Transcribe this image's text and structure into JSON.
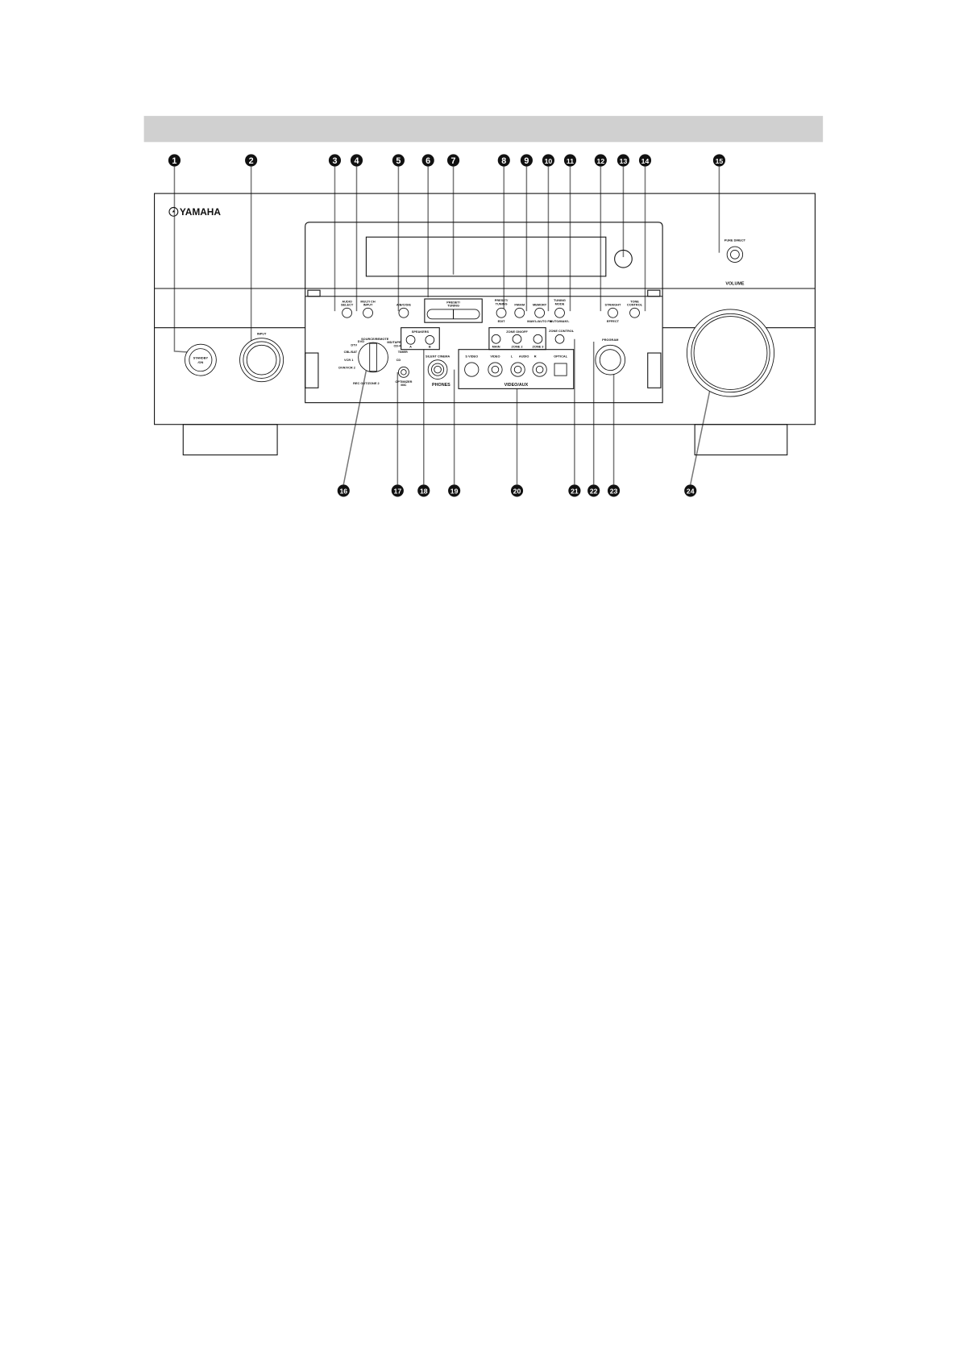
{
  "header_bar": {
    "color": "#d0d0d0"
  },
  "brand": "YAMAHA",
  "callouts_top": [
    "1",
    "2",
    "3",
    "4",
    "5",
    "6",
    "7",
    "8",
    "9",
    "10",
    "11",
    "12",
    "13",
    "14",
    "15"
  ],
  "callouts_bottom": [
    "16",
    "17",
    "18",
    "19",
    "20",
    "21",
    "22",
    "23",
    "24"
  ],
  "labels": {
    "standby": "STANDBY",
    "standby2": "/ON",
    "input": "INPUT",
    "audio_select": [
      "AUDIO",
      "SELECT"
    ],
    "multi_ch": [
      "MULTI CH",
      "INPUT"
    ],
    "abcde": "A/B/C/D/E",
    "preset_tuning": [
      "PRESET/",
      "TUNING"
    ],
    "preset_edit": [
      "PRESET/",
      "TUNING",
      "EDIT"
    ],
    "fm_am": "FM/AM",
    "memory": [
      "MEMORY",
      "MAN'L/AUTO FM"
    ],
    "tuning_mode": [
      "TUNING",
      "MODE",
      "AUTO/MAN'L"
    ],
    "straight": [
      "STRAIGHT",
      "EFFECT"
    ],
    "tone_control": [
      "TONE",
      "CONTROL"
    ],
    "pure_direct": "PURE DIRECT",
    "volume": "VOLUME",
    "speakers": [
      "SPEAKERS",
      "A",
      "B"
    ],
    "zone_onoff": [
      "ZONE ON/OFF",
      "MAIN",
      "ZONE 2",
      "ZONE 3"
    ],
    "zone_control": "ZONE CONTROL",
    "program": "PROGRAM",
    "rec_out": "REC OUT/ZONE 2",
    "selector_positions": [
      "SOURCE/REMOTE",
      "MD/TAPE",
      "CD-R",
      "TIMER",
      "CD",
      "DVR/VCR 2",
      "VCR 1",
      "CBL/SAT",
      "DTV",
      "DVD"
    ],
    "optimizer_mic": [
      "OPTIMIZER",
      "MIC"
    ],
    "silent_cinema": "SILENT CINEMA",
    "phones": "PHONES",
    "video_aux": [
      "S VIDEO",
      "VIDEO",
      "L",
      "AUDIO",
      "R",
      "OPTICAL",
      "VIDEO/AUX"
    ]
  }
}
